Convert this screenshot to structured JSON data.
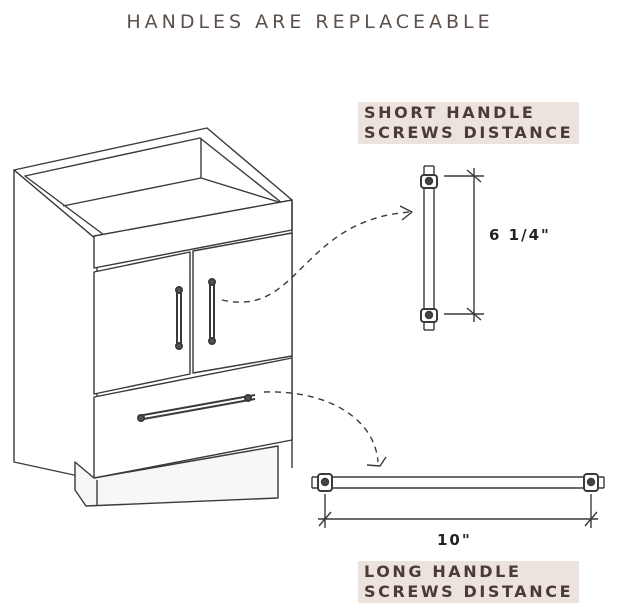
{
  "header": {
    "title": "HANDLES ARE REPLACEABLE"
  },
  "short_handle": {
    "label_line1": "SHORT HANDLE",
    "label_line2": "SCREWS DISTANCE",
    "measurement": "6 1/4\""
  },
  "long_handle": {
    "label_line1": "LONG HANDLE",
    "label_line2": "SCREWS DISTANCE",
    "measurement": "10\""
  },
  "colors": {
    "title": "#5d4f49",
    "tag_bg": "#ece3dd",
    "tag_text": "#4a3b36",
    "line": "#3a3a3a"
  }
}
